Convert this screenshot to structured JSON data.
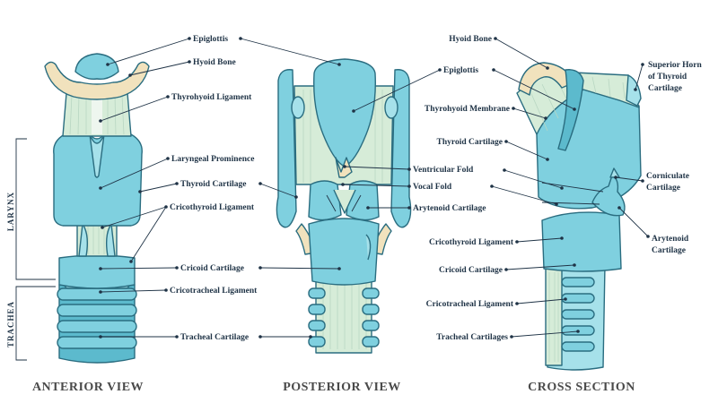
{
  "side_labels": {
    "larynx": "LARYNX",
    "trachea": "TRACHEA"
  },
  "views": {
    "anterior": "ANTERIOR VIEW",
    "posterior": "POSTERIOR VIEW",
    "cross": "CROSS SECTION"
  },
  "middle_labels": {
    "epiglottis": "Epiglottis",
    "hyoid_bone": "Hyoid Bone",
    "thyrohyoid_ligament": "Thyrohyoid Ligament",
    "laryngeal_prominence": "Laryngeal Prominence",
    "thyroid_cartilage": "Thyroid Cartilage",
    "cricothyroid_ligament": "Cricothyroid Ligament",
    "cricoid_cartilage": "Cricoid Cartilage",
    "cricotracheal_ligament": "Cricotracheal Ligament",
    "tracheal_cartilage": "Tracheal Cartilage"
  },
  "right_labels": {
    "hyoid_bone": "Hyoid Bone",
    "epiglottis": "Epiglottis",
    "thyrohyoid_membrane": "Thyrohyoid Membrane",
    "thyroid_cartilage": "Thyroid Cartilage",
    "ventricular_fold": "Ventricular Fold",
    "vocal_fold": "Vocal Fold",
    "arytenoid_cartilage": "Arytenoid Cartilage",
    "cricothyroid_ligament": "Cricothyroid Ligament",
    "cricoid_cartilage": "Cricoid Cartilage",
    "cricotracheal_ligament": "Cricotracheal Ligament",
    "tracheal_cartilages": "Tracheal Cartilages"
  },
  "far_right_labels": {
    "superior_horn_1": "Superior Horn",
    "superior_horn_2": "of Thyroid",
    "superior_horn_3": "Cartilage",
    "corniculate_1": "Corniculate",
    "corniculate_2": "Cartilage",
    "arytenoid_1": "Arytenoid",
    "arytenoid_2": "Cartilage"
  }
}
